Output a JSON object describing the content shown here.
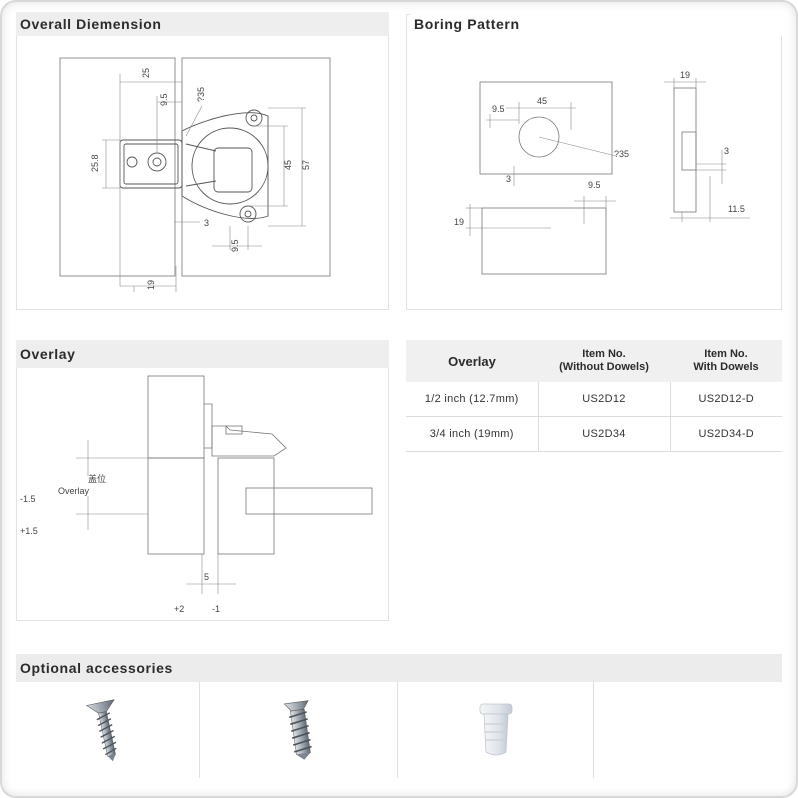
{
  "sections": {
    "overall_dimension": "Overall Diemension",
    "boring_pattern": "Boring Pattern",
    "overlay": "Overlay",
    "optional_accessories": "Optional accessories"
  },
  "overall_dims": {
    "d25": "25",
    "d9_5": "9.5",
    "d35": "?35",
    "d25_8": "25.8",
    "d45": "45",
    "d57": "57",
    "d3": "3",
    "d9_5b": "9.5",
    "d19": "19"
  },
  "boring_dims": {
    "d19_top": "19",
    "d9_5": "9.5",
    "d45": "45",
    "d35": "?35",
    "d3": "3",
    "d3_side": "3",
    "d9_5b": "9.5",
    "d19_left": "19",
    "d11_5": "11.5"
  },
  "overlay_dims": {
    "chinese_label": "盖位",
    "overlay_label": "Overlay",
    "minus_1_5": "-1.5",
    "plus_1_5": "+1.5",
    "d5": "5",
    "plus_2": "+2",
    "minus_1": "-1"
  },
  "overlay_table": {
    "headers": [
      {
        "line1": "Overlay",
        "line2": ""
      },
      {
        "line1": "Item No.",
        "line2": "(Without Dowels)"
      },
      {
        "line1": "Item No.",
        "line2": "With Dowels"
      }
    ],
    "rows": [
      [
        "1/2 inch (12.7mm)",
        "US2D12",
        "US2D12-D"
      ],
      [
        "3/4 inch (19mm)",
        "US2D34",
        "US2D34-D"
      ]
    ]
  },
  "accessories": [
    "flat-head-screw-icon",
    "euro-screw-icon",
    "plastic-dowel-icon",
    "empty-slot"
  ]
}
